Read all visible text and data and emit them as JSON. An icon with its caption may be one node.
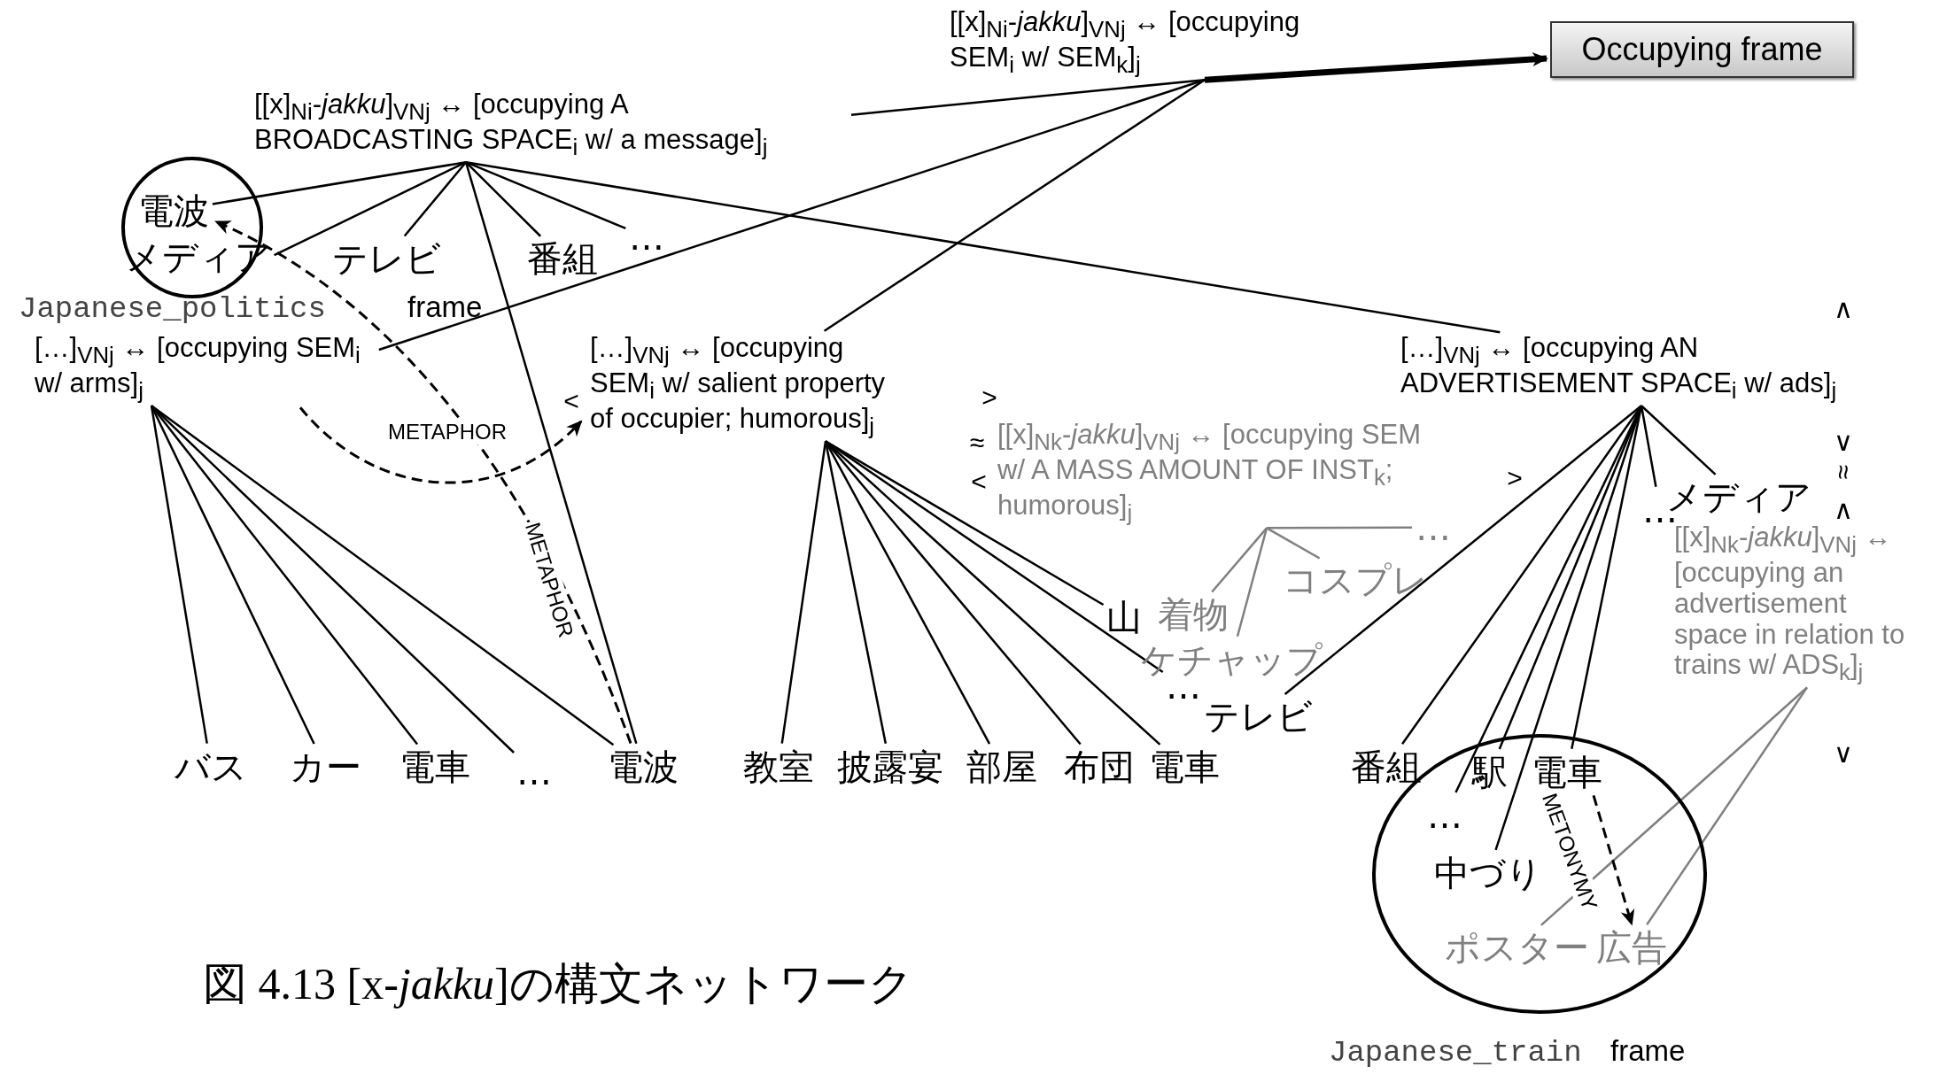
{
  "diagram": {
    "caption": "図 4.13 [x-*jakku*]の構文ネットワーク",
    "nodes": [
      {
        "text": [
          "[[x]$_{Ni}$-*jakku*]$_{VNj}$ ↔ [occupying SEM$_{i}$ w/ SEM$_{k}$]$_{j}$"
        ]
      },
      {
        "text": [
          "Occupying frame"
        ]
      },
      {
        "text": [
          "[[x]$_{Ni}$-*jakku*]$_{VNj}$ ↔ [occupying A BROADCASTING SPACE$_{i}$ w/ a message]$_{j}$"
        ]
      },
      {
        "text": [],
        "shape": "circle"
      },
      {
        "text": [
          "電波"
        ],
        "in": 3
      },
      {
        "text": [
          "メディア"
        ],
        "in": 3
      },
      {
        "text": [
          "テレビ"
        ]
      },
      {
        "text": [
          "番組"
        ]
      },
      {
        "text": [
          "…"
        ]
      },
      {
        "text": [
          "[…]$_{VNj}$ ↔ [occupying SEM$_{i}$ w/ arms]$_{j}$"
        ]
      },
      {
        "text": [
          "[…]$_{VNj}$ ↔ [occupying SEM$_{i}$ w/ salient property of occupier; humorous]$_{j}$"
        ]
      },
      {
        "text": [
          "[…]$_{VNj}$ ↔ [occupying AN ADVERTISEMENT SPACE$_{i}$ w/ ads]$_{j}$"
        ]
      },
      {
        "text": [
          "[[x]$_{Nk}$-*jakku*]$_{VNj}$ ↔ [occupying SEM w/ A MASS AMOUNT OF INST$_{k}$; humorous]$_{j}$"
        ]
      },
      {
        "text": [
          "[[x]$_{Nk}$-*jakku*]$_{VNj}$ ↔ [occupying an advertisement space in relation to trains w/ ADS$_{k}$]$_{j}$"
        ]
      },
      {
        "text": [
          "バス"
        ]
      },
      {
        "text": [
          "カー"
        ]
      },
      {
        "text": [
          "電車"
        ]
      },
      {
        "text": [
          "…"
        ]
      },
      {
        "text": [
          "電波"
        ]
      },
      {
        "text": [
          "教室"
        ]
      },
      {
        "text": [
          "披露宴"
        ]
      },
      {
        "text": [
          "部屋"
        ]
      },
      {
        "text": [
          "布団"
        ]
      },
      {
        "text": [
          "電車"
        ]
      },
      {
        "text": [
          "…"
        ]
      },
      {
        "text": [
          "山"
        ]
      },
      {
        "text": [
          "着物"
        ]
      },
      {
        "text": [
          "ケチャップ"
        ]
      },
      {
        "text": [
          "コスプレ"
        ]
      },
      {
        "text": [
          "…"
        ]
      },
      {
        "text": [
          "テレビ"
        ]
      },
      {
        "text": [
          "番組"
        ]
      },
      {
        "text": [],
        "shape": "circle",
        "beside": [
          "Japanese_train",
          "frame"
        ]
      },
      {
        "text": [
          "…"
        ],
        "in": 32
      },
      {
        "text": [
          "駅"
        ],
        "in": 32
      },
      {
        "text": [
          "電車"
        ],
        "in": 32
      },
      {
        "text": [
          "中づり"
        ],
        "in": 32
      },
      {
        "text": [
          "ポスター"
        ],
        "in": 32
      },
      {
        "text": [
          "広告"
        ],
        "in": 32
      },
      {
        "text": [
          "…"
        ]
      },
      {
        "text": [
          "メディア"
        ]
      }
    ],
    "edges": [
      {
        "from": 0,
        "to": 1,
        "arrow": "to",
        "style": "thick"
      },
      {
        "from": 0,
        "to": 2,
        "arrow": "none"
      },
      {
        "from": 0,
        "to": 9,
        "arrow": "none"
      },
      {
        "from": 0,
        "to": 10,
        "arrow": "none"
      },
      {
        "from": 2,
        "to": 4,
        "arrow": "none"
      },
      {
        "from": 2,
        "to": 5,
        "arrow": "none"
      },
      {
        "from": 2,
        "to": 6,
        "arrow": "none"
      },
      {
        "from": 2,
        "to": 7,
        "arrow": "none"
      },
      {
        "from": 2,
        "to": 8,
        "arrow": "none"
      },
      {
        "from": 2,
        "to": 11,
        "arrow": "none"
      },
      {
        "from": 2,
        "to": 18,
        "arrow": "none"
      },
      {
        "from": 9,
        "to": 14,
        "arrow": "none"
      },
      {
        "from": 9,
        "to": 15,
        "arrow": "none"
      },
      {
        "from": 9,
        "to": 16,
        "arrow": "none"
      },
      {
        "from": 9,
        "to": 17,
        "arrow": "none"
      },
      {
        "from": 9,
        "to": 18,
        "arrow": "none"
      },
      {
        "from": 10,
        "to": 19,
        "arrow": "none"
      },
      {
        "from": 10,
        "to": 20,
        "arrow": "none"
      },
      {
        "from": 10,
        "to": 21,
        "arrow": "none"
      },
      {
        "from": 10,
        "to": 22,
        "arrow": "none"
      },
      {
        "from": 10,
        "to": 23,
        "arrow": "none"
      },
      {
        "from": 10,
        "to": 24,
        "arrow": "none"
      },
      {
        "from": 10,
        "to": 25,
        "arrow": "none"
      },
      {
        "from": 12,
        "to": 26,
        "arrow": "none",
        "color": "#808080"
      },
      {
        "from": 12,
        "to": 27,
        "arrow": "none",
        "color": "#808080"
      },
      {
        "from": 12,
        "to": 28,
        "arrow": "none",
        "color": "#808080"
      },
      {
        "from": 12,
        "to": 29,
        "arrow": "none",
        "color": "#808080"
      },
      {
        "from": 11,
        "to": 30,
        "arrow": "none"
      },
      {
        "from": 11,
        "to": 31,
        "arrow": "none"
      },
      {
        "from": 11,
        "to": 33,
        "arrow": "none"
      },
      {
        "from": 11,
        "to": 34,
        "arrow": "none"
      },
      {
        "from": 11,
        "to": 35,
        "arrow": "none"
      },
      {
        "from": 11,
        "to": 36,
        "arrow": "none"
      },
      {
        "from": 11,
        "to": 39,
        "arrow": "none"
      },
      {
        "from": 11,
        "to": 40,
        "arrow": "none"
      },
      {
        "from": 13,
        "to": 37,
        "arrow": "none",
        "color": "#808080"
      },
      {
        "from": 13,
        "to": 38,
        "arrow": "none",
        "color": "#808080"
      },
      {
        "from": 9,
        "to": 10,
        "arrow": "to",
        "style": "dashed",
        "label": "METAPHOR"
      },
      {
        "from": 18,
        "to": 4,
        "arrow": "to",
        "style": "dashed",
        "label": "METAPHOR"
      },
      {
        "from": 35,
        "to": 38,
        "arrow": "to",
        "style": "dashed",
        "label": "METONYMY"
      }
    ],
    "labels": [
      "Japanese_politics",
      "frame",
      "∧",
      "<",
      ">",
      "≈",
      "∨",
      "<",
      ">",
      "≈",
      "∧",
      "∨"
    ]
  }
}
